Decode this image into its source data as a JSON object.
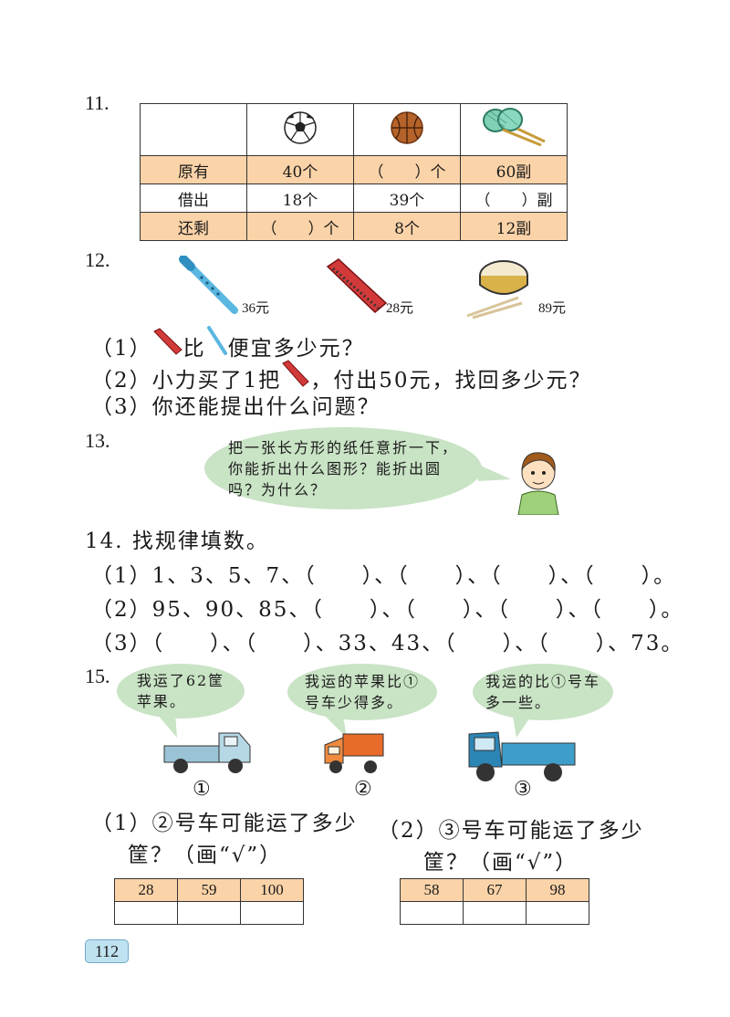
{
  "q11": {
    "number": "11.",
    "rows": [
      {
        "label": "原有",
        "cells": [
          "40个",
          "（　　）个",
          "60副"
        ]
      },
      {
        "label": "借出",
        "cells": [
          "18个",
          "39个",
          "（　　）副"
        ]
      },
      {
        "label": "还剩",
        "cells": [
          "（　　）个",
          "8个",
          "12副"
        ]
      }
    ]
  },
  "q12": {
    "number": "12.",
    "prices": [
      "36元",
      "28元",
      "89元"
    ],
    "p1a": "（1）",
    "p1b": "比",
    "p1c": "便宜多少元？",
    "p2a": "（2）小力买了1把",
    "p2b": "，付出50元，找回多少元？",
    "p3": "（3）你还能提出什么问题？"
  },
  "q13": {
    "number": "13.",
    "bubble_l1": "把一张长方形的纸任意折一下，",
    "bubble_l2": "你能折出什么图形？能折出圆",
    "bubble_l3": "吗？为什么？"
  },
  "q14": {
    "title": "14. 找规律填数。",
    "l1": "（1）1、3、5、7、（　　）、（　　）、（　　）、（　　）。",
    "l2": "（2）95、90、85、（　　）、（　　）、（　　）、（　　）。",
    "l3": "（3）（　　）、（　　）、33、43、（　　）、（　　）、73。"
  },
  "q15": {
    "number": "15.",
    "b1_l1": "我运了62筐",
    "b1_l2": "苹果。",
    "b2_l1": "我运的苹果比①",
    "b2_l2": "号车少得多。",
    "b3_l1": "我运的比①号车",
    "b3_l2": "多一些。",
    "labels": [
      "①",
      "②",
      "③"
    ],
    "s1_l1": "（1）②号车可能运了多少",
    "s1_l2": "筐？（画“√”）",
    "s2_l1": "（2）③号车可能运了多少",
    "s2_l2": "筐？（画“√”）",
    "t1": [
      "28",
      "59",
      "100"
    ],
    "t2": [
      "58",
      "67",
      "98"
    ]
  },
  "page_number": "112"
}
